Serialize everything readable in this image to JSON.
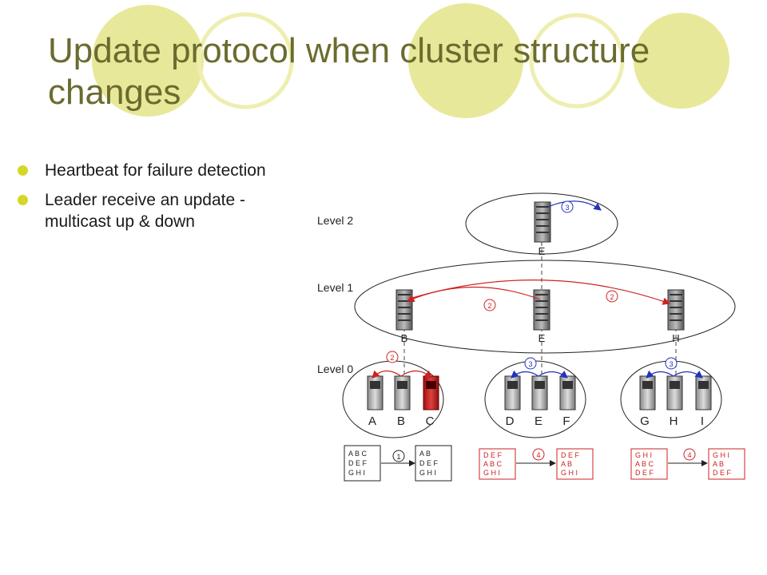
{
  "slide": {
    "title": "Update protocol when cluster structure changes",
    "bullets": [
      "Heartbeat for failure detection",
      "Leader receive an update - multicast up & down"
    ]
  },
  "colors": {
    "title": "#6b6b2f",
    "bullet_dot": "#d6d62a",
    "deco_fill": "#e8e89a",
    "deco_ring": "#eeeeb0",
    "red": "#cc2222",
    "blue": "#2233bb"
  },
  "diagram": {
    "levels": [
      "Level 2",
      "Level 1",
      "Level 0"
    ],
    "level2_node": "E",
    "level1_nodes": [
      "B",
      "E",
      "H"
    ],
    "level0_groups": [
      {
        "nodes": [
          "A",
          "B",
          "C"
        ],
        "failed": "C"
      },
      {
        "nodes": [
          "D",
          "E",
          "F"
        ]
      },
      {
        "nodes": [
          "G",
          "H",
          "I"
        ]
      }
    ],
    "step_markers": {
      "level2_arrow": "3",
      "level1_left": "2",
      "level1_right": "2",
      "group1": "2",
      "group2": "3",
      "group3": "3"
    },
    "tables": [
      {
        "step": "1",
        "color": "black",
        "before": [
          "A B C",
          "D E F",
          "G H I"
        ],
        "after": [
          "A B",
          "D E F",
          "G H I"
        ]
      },
      {
        "step": "4",
        "color": "red",
        "before": [
          "D E F",
          "A B C",
          "G H I"
        ],
        "after": [
          "D E F",
          "A B",
          "G H I"
        ]
      },
      {
        "step": "4",
        "color": "red",
        "before": [
          "G H I",
          "A B C",
          "D E F"
        ],
        "after": [
          "G H I",
          "A B",
          "D E F"
        ]
      }
    ]
  }
}
